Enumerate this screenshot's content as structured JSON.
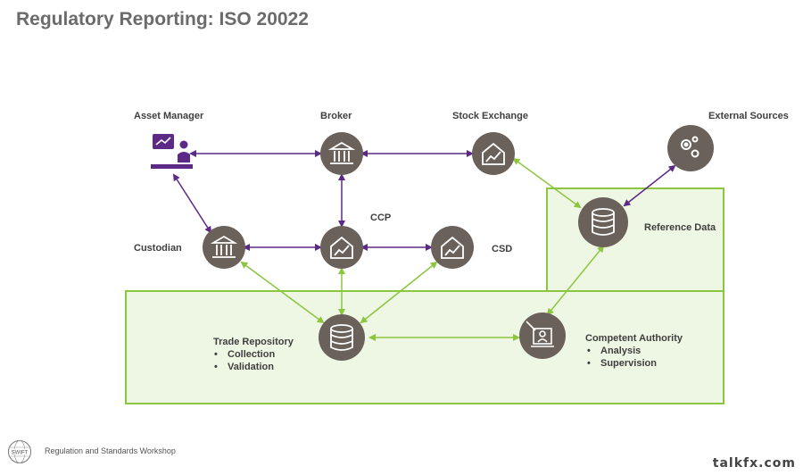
{
  "title": "Regulatory Reporting: ISO 20022",
  "colors": {
    "node": "#6a615a",
    "purple": "#5c2a86",
    "green": "#8cc63f",
    "box_fill": "#eef6e4",
    "box_stroke": "#8cc63f"
  },
  "nodes": {
    "asset_manager": {
      "label": "Asset Manager",
      "icon": "presenter-chart-icon"
    },
    "broker": {
      "label": "Broker",
      "icon": "bank-icon"
    },
    "stock_exchange": {
      "label": "Stock Exchange",
      "icon": "house-chart-icon"
    },
    "external_sources": {
      "label": "External Sources",
      "icon": "gears-icon"
    },
    "ccp": {
      "label": "CCP",
      "icon": "house-chart-icon"
    },
    "custodian": {
      "label": "Custodian",
      "icon": "bank-icon"
    },
    "csd": {
      "label": "CSD",
      "icon": "house-chart-icon"
    },
    "reference_data": {
      "label": "Reference Data",
      "icon": "database-icon"
    },
    "trade_repository": {
      "label": "Trade Repository",
      "items": [
        "Collection",
        "Validation"
      ],
      "icon": "database-icon"
    },
    "competent_authority": {
      "label": "Competent Authority",
      "items": [
        "Analysis",
        "Supervision"
      ],
      "icon": "authority-icon"
    }
  },
  "footer": {
    "text": "Regulation and Standards Workshop",
    "logo": "SWIFT"
  },
  "watermark": "talkfx.com"
}
